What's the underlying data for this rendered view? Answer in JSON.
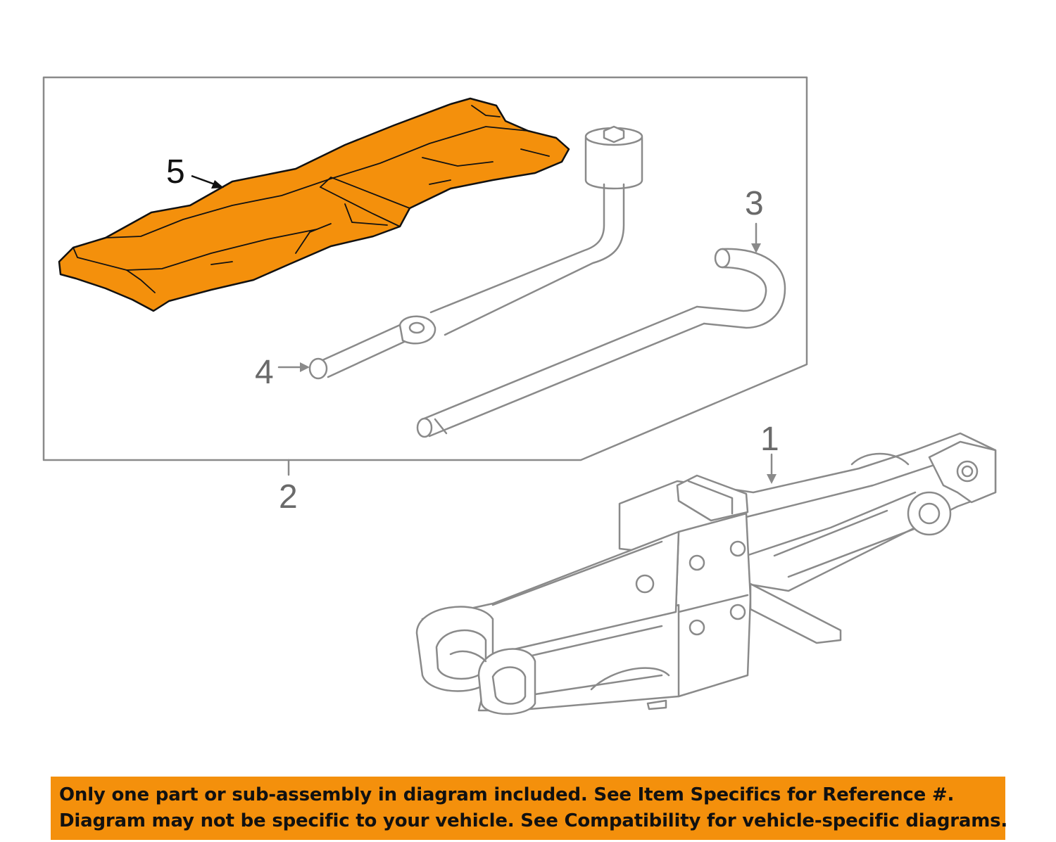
{
  "diagram": {
    "callouts": [
      {
        "id": "1",
        "label": "1"
      },
      {
        "id": "2",
        "label": "2"
      },
      {
        "id": "3",
        "label": "3"
      },
      {
        "id": "4",
        "label": "4"
      },
      {
        "id": "5",
        "label": "5"
      }
    ],
    "highlight_color": "#f4900c",
    "line_color": "#8a8a8a"
  },
  "notice": {
    "line1": "Only one part or sub-assembly in diagram included. See Item Specifics for Reference #.",
    "line2": "Diagram may not be specific to your vehicle. See Compatibility for vehicle-specific diagrams.",
    "background": "#f4900c"
  }
}
